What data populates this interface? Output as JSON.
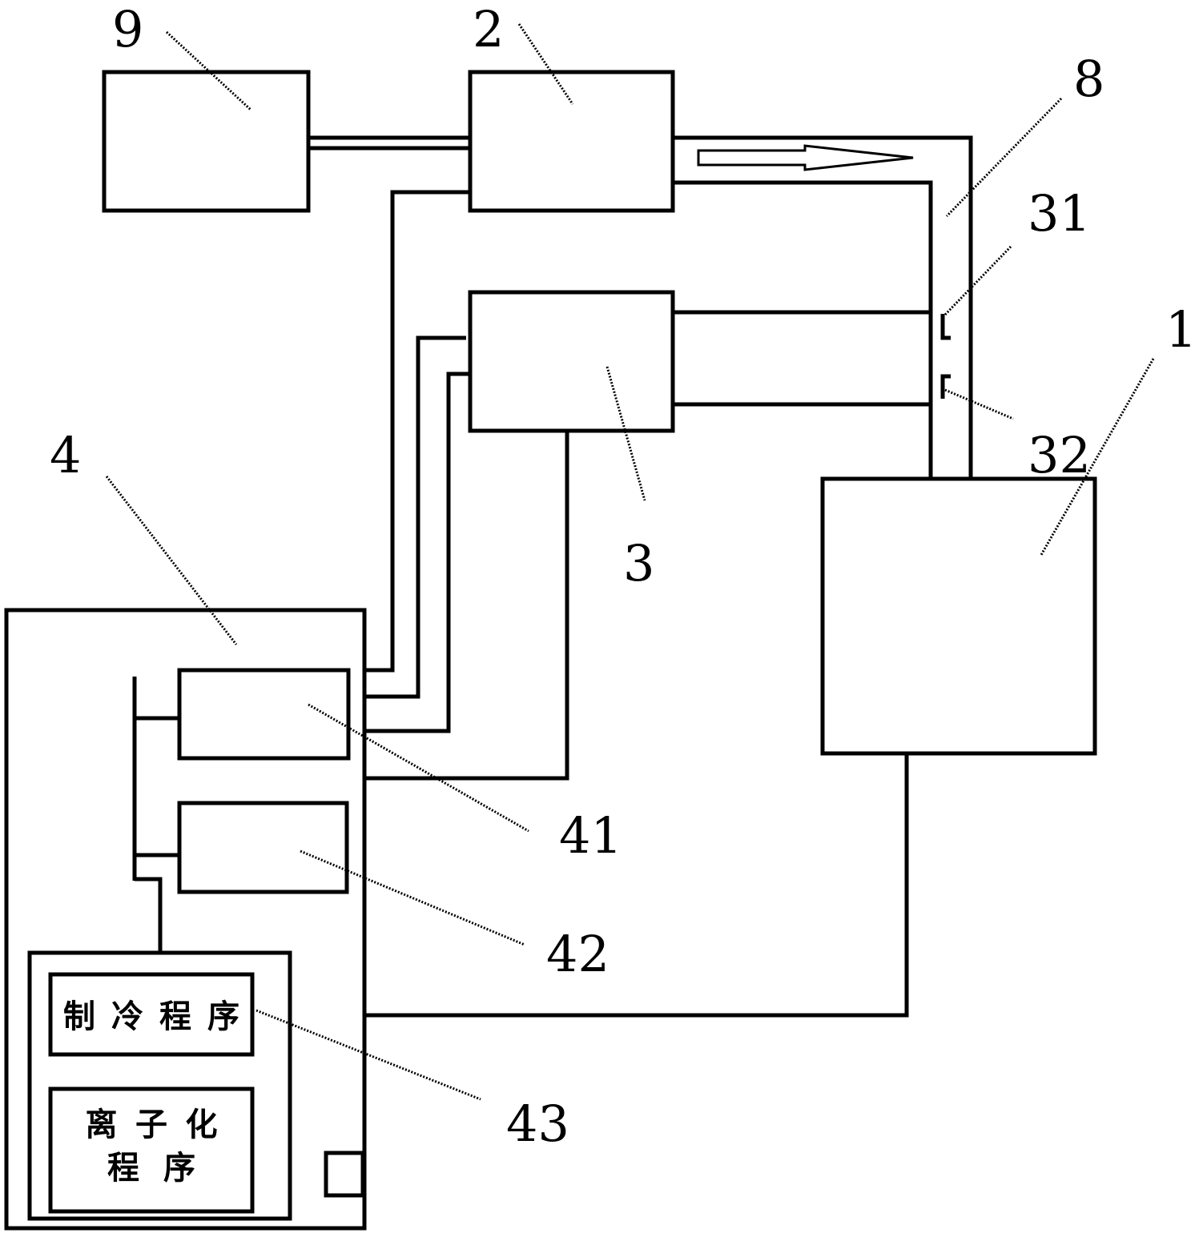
{
  "labels": {
    "n1": "1",
    "n2": "2",
    "n3": "3",
    "n4": "4",
    "n8": "8",
    "n9": "9",
    "n31": "31",
    "n32": "32",
    "n41": "41",
    "n42": "42",
    "n43": "43"
  },
  "programs": {
    "cooling": "制冷程序",
    "ionization_line1": "离子化",
    "ionization_line2": "程序"
  }
}
